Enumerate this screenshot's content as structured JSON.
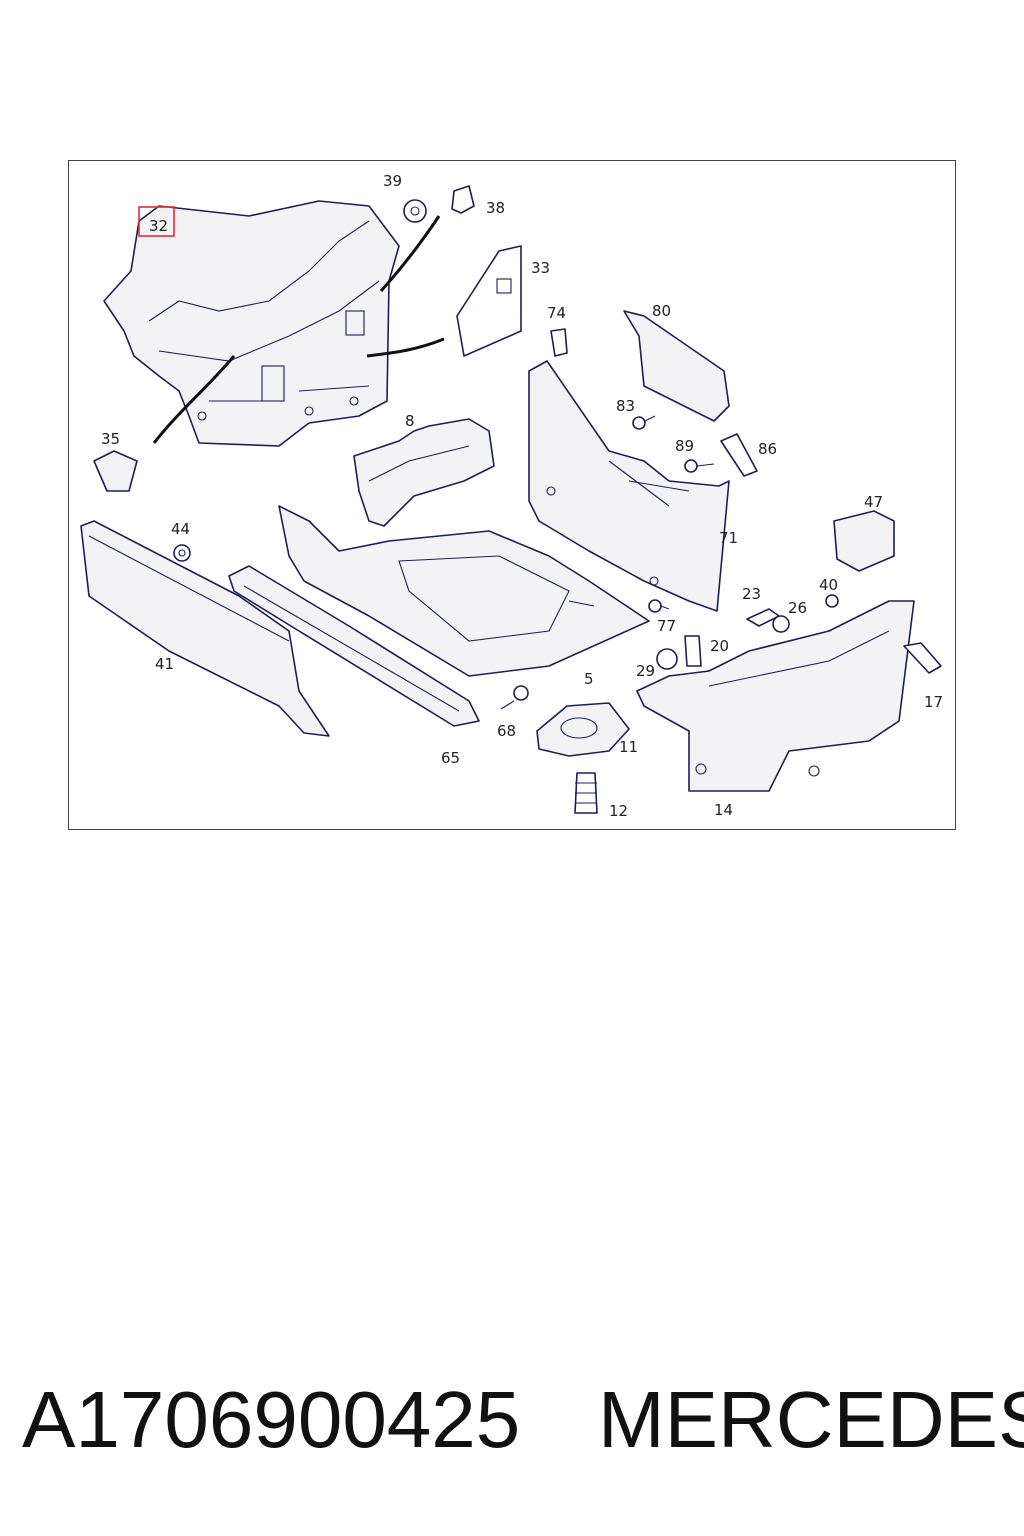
{
  "diagram": {
    "highlighted_callout": "32",
    "callouts": [
      "39",
      "38",
      "32",
      "33",
      "74",
      "80",
      "83",
      "89",
      "86",
      "35",
      "8",
      "47",
      "44",
      "71",
      "23",
      "40",
      "26",
      "77",
      "20",
      "41",
      "29",
      "5",
      "17",
      "68",
      "11",
      "65",
      "12",
      "14"
    ]
  },
  "caption": {
    "part_number": "A1706900425",
    "brand": "MERCEDES"
  }
}
